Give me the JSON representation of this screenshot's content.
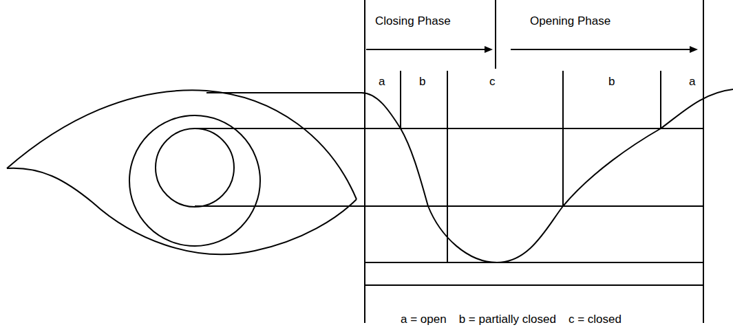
{
  "diagram": {
    "labels": [
      "Closing Phase",
      "Opening Phase",
      "a",
      "b",
      "c",
      "b",
      "a",
      "a = open",
      "b = partially closed",
      "c = closed"
    ]
  }
}
